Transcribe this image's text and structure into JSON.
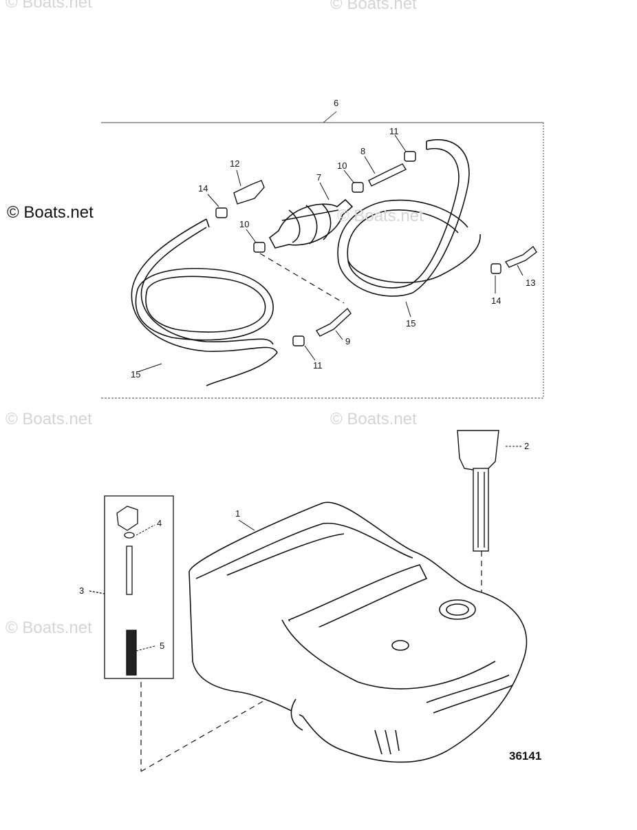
{
  "watermarks": {
    "top_left": "© Boats.net",
    "top_center": "© Boats.net",
    "mid_left": "© Boats.net",
    "mid_center": "© Boats.net",
    "low_left": "© Boats.net",
    "low_center": "© Boats.net",
    "left_dark": "© Boats.net"
  },
  "callouts": {
    "c1": "1",
    "c2": "2",
    "c3": "3",
    "c4": "4",
    "c5": "5",
    "c6": "6",
    "c7": "7",
    "c8": "8",
    "c9": "9",
    "c10a": "10",
    "c10b": "10",
    "c11a": "11",
    "c11b": "11",
    "c12": "12",
    "c13": "13",
    "c14a": "14",
    "c14b": "14",
    "c15a": "15",
    "c15b": "15"
  },
  "figure_number": "36141"
}
